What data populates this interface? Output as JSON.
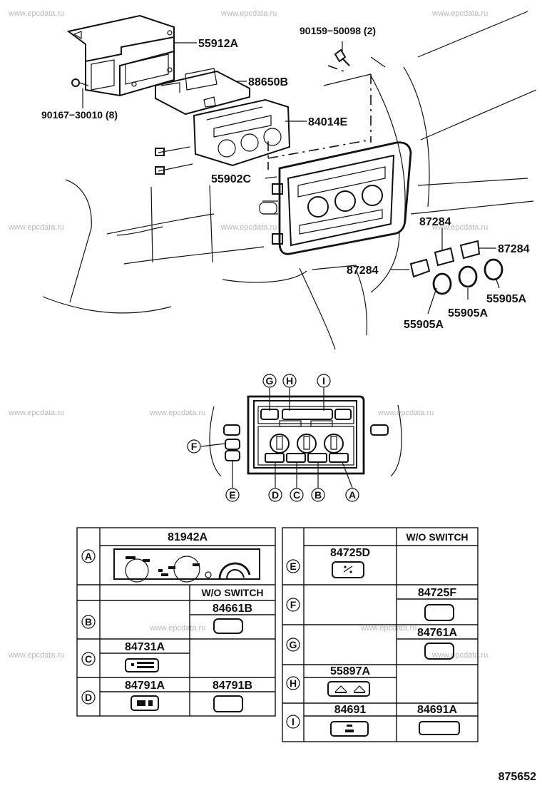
{
  "watermark": "www.epcdata.ru",
  "diagram_number": "875652",
  "parts": {
    "p55912A": "55912A",
    "p90159": "90159−50098 (2)",
    "p88650B": "88650B",
    "p90167": "90167−30010 (8)",
    "p84014E": "84014E",
    "p55902C": "55902C",
    "p87284_a": "87284",
    "p87284_b": "87284",
    "p87284_c": "87284",
    "p55905A_a": "55905A",
    "p55905A_b": "55905A",
    "p55905A_c": "55905A"
  },
  "callouts": {
    "A": "A",
    "B": "B",
    "C": "C",
    "D": "D",
    "E": "E",
    "F": "F",
    "G": "G",
    "H": "H",
    "I": "I"
  },
  "left_table": {
    "row_A_part": "81942A",
    "wo_switch": "W/O SWITCH",
    "row_B_wo": "84661B",
    "row_C_part": "84731A",
    "row_D_part": "84791A",
    "row_D_wo": "84791B"
  },
  "right_table": {
    "wo_switch": "W/O SWITCH",
    "row_E_part": "84725D",
    "row_F_wo": "84725F",
    "row_G_wo": "84761A",
    "row_H_part": "55897A",
    "row_I_part": "84691",
    "row_I_wo": "84691A"
  }
}
